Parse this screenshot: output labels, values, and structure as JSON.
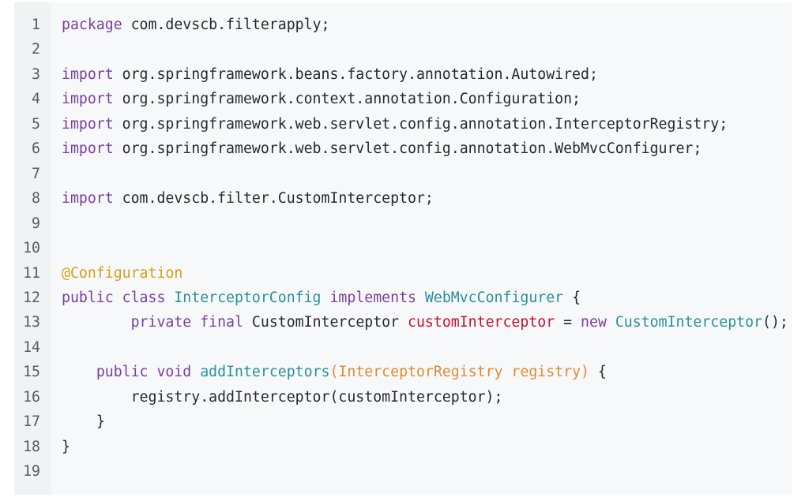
{
  "code": {
    "lines": [
      {
        "num": "1",
        "indent": "",
        "tokens": [
          {
            "t": "package",
            "c": "kw"
          },
          {
            "t": " com.devscb.filterapply;",
            "c": "txt"
          }
        ]
      },
      {
        "num": "2",
        "indent": "",
        "tokens": []
      },
      {
        "num": "3",
        "indent": "",
        "tokens": [
          {
            "t": "import",
            "c": "kw"
          },
          {
            "t": " org.springframework.beans.factory.annotation.Autowired;",
            "c": "txt"
          }
        ]
      },
      {
        "num": "4",
        "indent": "",
        "tokens": [
          {
            "t": "import",
            "c": "kw"
          },
          {
            "t": " org.springframework.context.annotation.Configuration;",
            "c": "txt"
          }
        ]
      },
      {
        "num": "5",
        "indent": "",
        "tokens": [
          {
            "t": "import",
            "c": "kw"
          },
          {
            "t": " org.springframework.web.servlet.config.annotation.InterceptorRegistry;",
            "c": "txt"
          }
        ]
      },
      {
        "num": "6",
        "indent": "",
        "tokens": [
          {
            "t": "import",
            "c": "kw"
          },
          {
            "t": " org.springframework.web.servlet.config.annotation.WebMvcConfigurer;",
            "c": "txt"
          }
        ]
      },
      {
        "num": "7",
        "indent": "",
        "tokens": []
      },
      {
        "num": "8",
        "indent": "",
        "tokens": [
          {
            "t": "import",
            "c": "kw"
          },
          {
            "t": " com.devscb.filter.CustomInterceptor;",
            "c": "txt"
          }
        ]
      },
      {
        "num": "9",
        "indent": "",
        "tokens": []
      },
      {
        "num": "10",
        "indent": "",
        "tokens": []
      },
      {
        "num": "11",
        "indent": "",
        "tokens": [
          {
            "t": "@Configuration",
            "c": "ann"
          }
        ]
      },
      {
        "num": "12",
        "indent": "",
        "tokens": [
          {
            "t": "public class ",
            "c": "kw"
          },
          {
            "t": "InterceptorConfig",
            "c": "ty"
          },
          {
            "t": " implements ",
            "c": "kw"
          },
          {
            "t": "WebMvcConfigurer",
            "c": "ty"
          },
          {
            "t": " {",
            "c": "txt"
          }
        ]
      },
      {
        "num": "13",
        "indent": "        ",
        "tokens": [
          {
            "t": "private final ",
            "c": "kw"
          },
          {
            "t": "CustomInterceptor ",
            "c": "txt"
          },
          {
            "t": "customInterceptor",
            "c": "var"
          },
          {
            "t": " = ",
            "c": "txt"
          },
          {
            "t": "new ",
            "c": "kw"
          },
          {
            "t": "CustomInterceptor",
            "c": "ty"
          },
          {
            "t": "();",
            "c": "txt"
          }
        ]
      },
      {
        "num": "14",
        "indent": "",
        "tokens": []
      },
      {
        "num": "15",
        "indent": "    ",
        "tokens": [
          {
            "t": "public void ",
            "c": "kw"
          },
          {
            "t": "addInterceptors",
            "c": "ty"
          },
          {
            "t": "(InterceptorRegistry registry)",
            "c": "prm"
          },
          {
            "t": " {",
            "c": "txt"
          }
        ]
      },
      {
        "num": "16",
        "indent": "        ",
        "tokens": [
          {
            "t": "registry.addInterceptor(customInterceptor);",
            "c": "txt"
          }
        ]
      },
      {
        "num": "17",
        "indent": "    ",
        "tokens": [
          {
            "t": "}",
            "c": "txt"
          }
        ]
      },
      {
        "num": "18",
        "indent": "",
        "tokens": [
          {
            "t": "}",
            "c": "txt"
          }
        ]
      },
      {
        "num": "19",
        "indent": "",
        "tokens": []
      }
    ]
  }
}
